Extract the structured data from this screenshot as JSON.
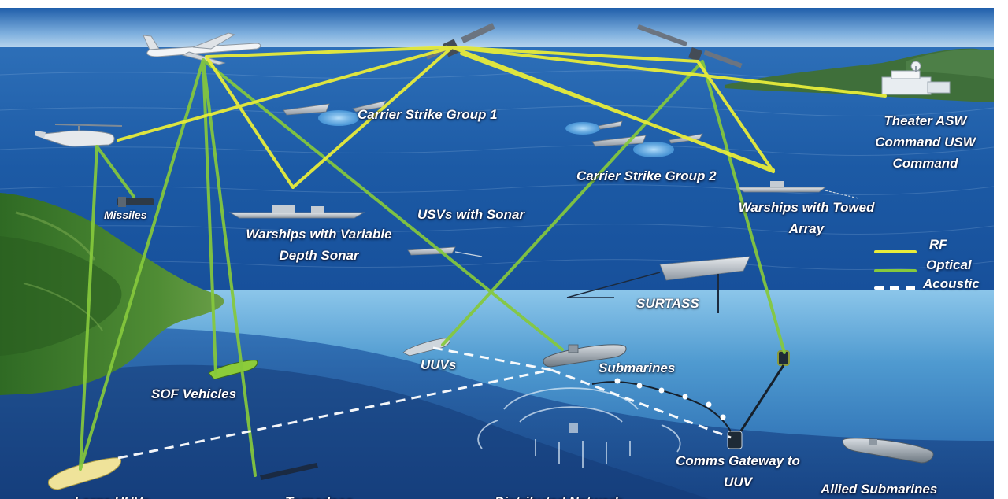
{
  "labels": {
    "carrier_strike_group_1": "Carrier Strike Group 1",
    "theater_asw_line1": "Theater ASW",
    "theater_asw_line2": "Command USW",
    "theater_asw_line3": "Command",
    "carrier_strike_group_2": "Carrier Strike Group 2",
    "missiles": "Missiles",
    "usvs_with_sonar": "USVs with Sonar",
    "warships_towed_line1": "Warships with Towed",
    "warships_towed_line2": "Array",
    "warships_vds_line1": "Warships with Variable",
    "warships_vds_line2": "Depth Sonar",
    "surtass": "SURTASS",
    "uuvs": "UUVs",
    "submarines": "Submarines",
    "sof_vehicles": "SOF Vehicles",
    "comms_gateway_line1": "Comms Gateway to",
    "comms_gateway_line2": "UUV",
    "allied_submarines": "Allied Submarines",
    "large_uuvs_partial": "Large UUVs",
    "torpedoes_partial": "Torpedoes",
    "distributed_network_partial": "Distributed Network"
  },
  "legend": {
    "rf": "RF",
    "optical": "Optical",
    "acoustic": "Acoustic"
  },
  "colors": {
    "rf": "#e8ec3a",
    "optical": "#86c93c",
    "acoustic": "#ffffff",
    "sky": "#4a86c6",
    "sea_surface": "#1a5aa8",
    "underwater": "#4b92c9",
    "deep_water": "#1d4a8e",
    "land": "#3e7a2c"
  }
}
